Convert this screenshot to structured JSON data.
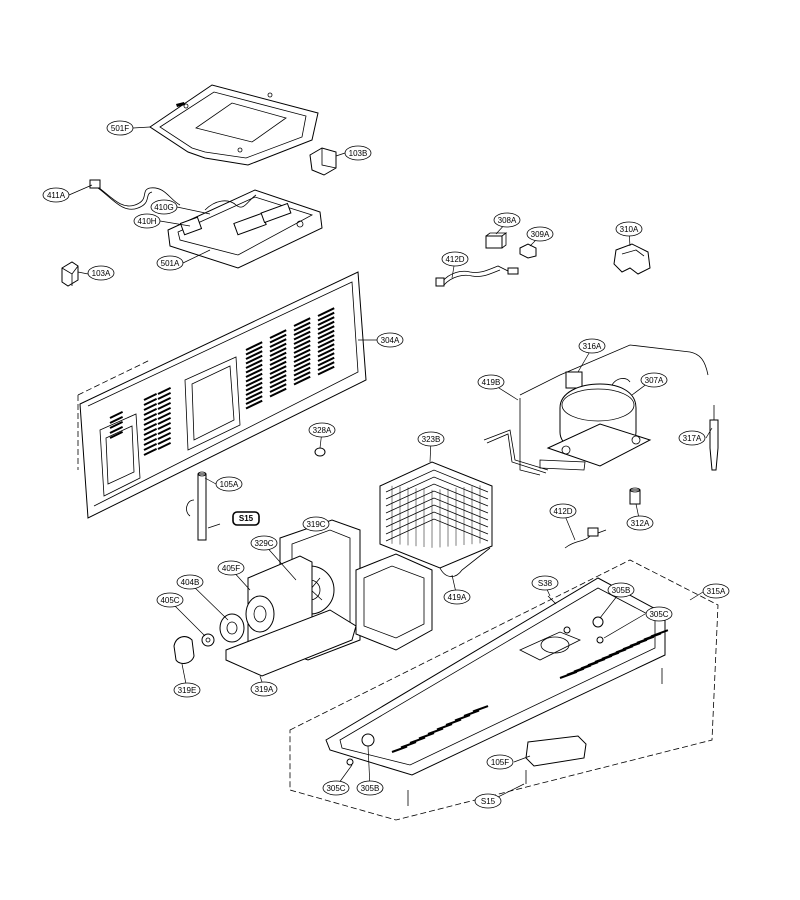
{
  "diagram": {
    "labels": [
      {
        "id": "501F",
        "text": "501F"
      },
      {
        "id": "103B",
        "text": "103B"
      },
      {
        "id": "411A",
        "text": "411A"
      },
      {
        "id": "410G",
        "text": "410G"
      },
      {
        "id": "410H",
        "text": "410H"
      },
      {
        "id": "501A",
        "text": "501A"
      },
      {
        "id": "103A",
        "text": "103A"
      },
      {
        "id": "308A",
        "text": "308A"
      },
      {
        "id": "309A",
        "text": "309A"
      },
      {
        "id": "310A",
        "text": "310A"
      },
      {
        "id": "412D_top",
        "text": "412D"
      },
      {
        "id": "304A",
        "text": "304A"
      },
      {
        "id": "316A",
        "text": "316A"
      },
      {
        "id": "419B",
        "text": "419B"
      },
      {
        "id": "307A",
        "text": "307A"
      },
      {
        "id": "328A",
        "text": "328A"
      },
      {
        "id": "323B",
        "text": "323B"
      },
      {
        "id": "317A",
        "text": "317A"
      },
      {
        "id": "105A",
        "text": "105A"
      },
      {
        "id": "S15_top",
        "text": "S15"
      },
      {
        "id": "319C",
        "text": "319C"
      },
      {
        "id": "412D_mid",
        "text": "412D"
      },
      {
        "id": "312A",
        "text": "312A"
      },
      {
        "id": "329C",
        "text": "329C"
      },
      {
        "id": "405F",
        "text": "405F"
      },
      {
        "id": "404B",
        "text": "404B"
      },
      {
        "id": "419A",
        "text": "419A"
      },
      {
        "id": "S38",
        "text": "S38"
      },
      {
        "id": "305B_top",
        "text": "305B"
      },
      {
        "id": "315A",
        "text": "315A"
      },
      {
        "id": "405C",
        "text": "405C"
      },
      {
        "id": "305C_top",
        "text": "305C"
      },
      {
        "id": "319E",
        "text": "319E"
      },
      {
        "id": "319A",
        "text": "319A"
      },
      {
        "id": "105F",
        "text": "105F"
      },
      {
        "id": "305C_bot",
        "text": "305C"
      },
      {
        "id": "305B_bot",
        "text": "305B"
      },
      {
        "id": "S15_bot",
        "text": "S15"
      }
    ]
  }
}
